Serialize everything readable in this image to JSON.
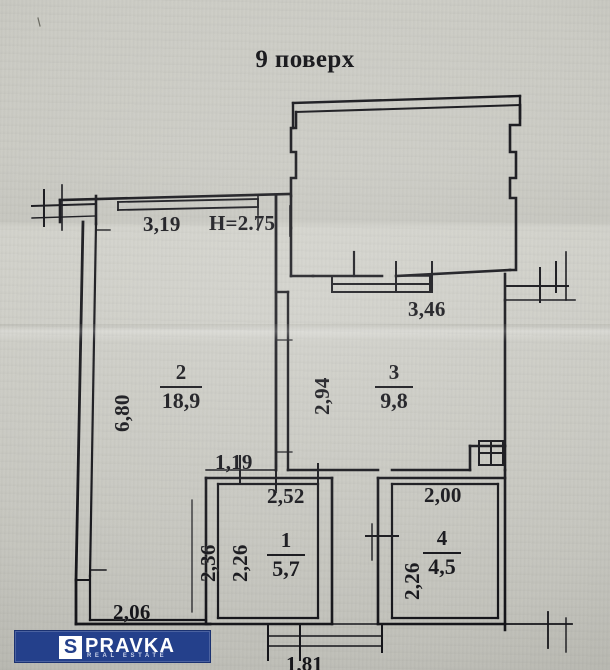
{
  "document": {
    "type": "apartment-floor-plan-scan",
    "title": "9 поверх",
    "ceiling_height_label": "H=2.75",
    "background_color": "#cbcbc4",
    "ink_color": "#15151a"
  },
  "rooms": [
    {
      "id": "room-1",
      "number": "1",
      "area": "5,7"
    },
    {
      "id": "room-2",
      "number": "2",
      "area": "18,9"
    },
    {
      "id": "room-3",
      "number": "3",
      "area": "9,8"
    },
    {
      "id": "room-4",
      "number": "4",
      "area": "4,5"
    }
  ],
  "dimensions": {
    "top_left_width": "3,19",
    "ceiling_height": "H=2.75",
    "right_upper_width": "3,46",
    "left_height": "6,80",
    "center_height": "2,94",
    "corridor_small_width": "1,19",
    "corridor_width": "2,52",
    "room4_width": "2,00",
    "room1_left_height": "2,36",
    "room1_inner_height": "2,26",
    "room4_height": "2,26",
    "bottom_left_width": "2,06",
    "bottom_cut_value": "1,81"
  },
  "logo": {
    "mark": "S",
    "name": "PRAVKA",
    "tagline": "REAL ESTATE",
    "background_color": "#24408b",
    "text_color": "#ffffff"
  },
  "symbols": {
    "window_icon": "window-4-pane"
  }
}
